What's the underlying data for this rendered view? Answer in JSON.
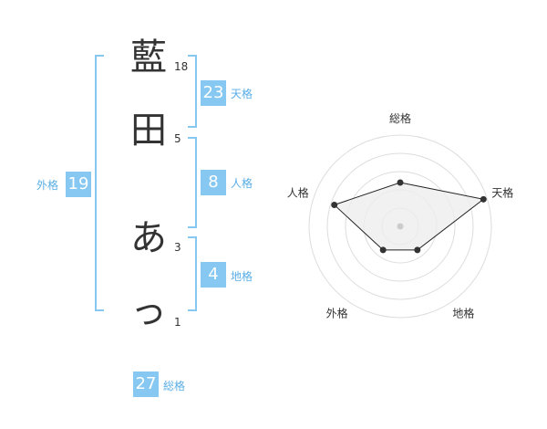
{
  "name": {
    "characters": [
      {
        "char": "藍",
        "strokes": "18"
      },
      {
        "char": "田",
        "strokes": "5"
      },
      {
        "char": "あ",
        "strokes": "3"
      },
      {
        "char": "っ",
        "strokes": "1"
      }
    ]
  },
  "kakusu": {
    "tenkaku": {
      "value": "23",
      "label": "天格"
    },
    "jinkaku": {
      "value": "8",
      "label": "人格"
    },
    "chikaku": {
      "value": "4",
      "label": "地格"
    },
    "gaikaku": {
      "value": "19",
      "label": "外格"
    },
    "soukaku": {
      "value": "27",
      "label": "総格"
    }
  },
  "radar": {
    "axes": [
      {
        "label": "総格",
        "value": 2.4
      },
      {
        "label": "天格",
        "value": 4.8
      },
      {
        "label": "地格",
        "value": 1.6
      },
      {
        "label": "外格",
        "value": 1.6
      },
      {
        "label": "人格",
        "value": 3.8
      }
    ],
    "max": 5,
    "rings": 5,
    "colors": {
      "grid": "#dddddd",
      "fill": "#eeeeee",
      "stroke": "#222222",
      "point": "#333333",
      "center": "#cccccc"
    }
  },
  "colors": {
    "accent": "#86c8f2",
    "label": "#5aaee6",
    "text": "#333333"
  }
}
